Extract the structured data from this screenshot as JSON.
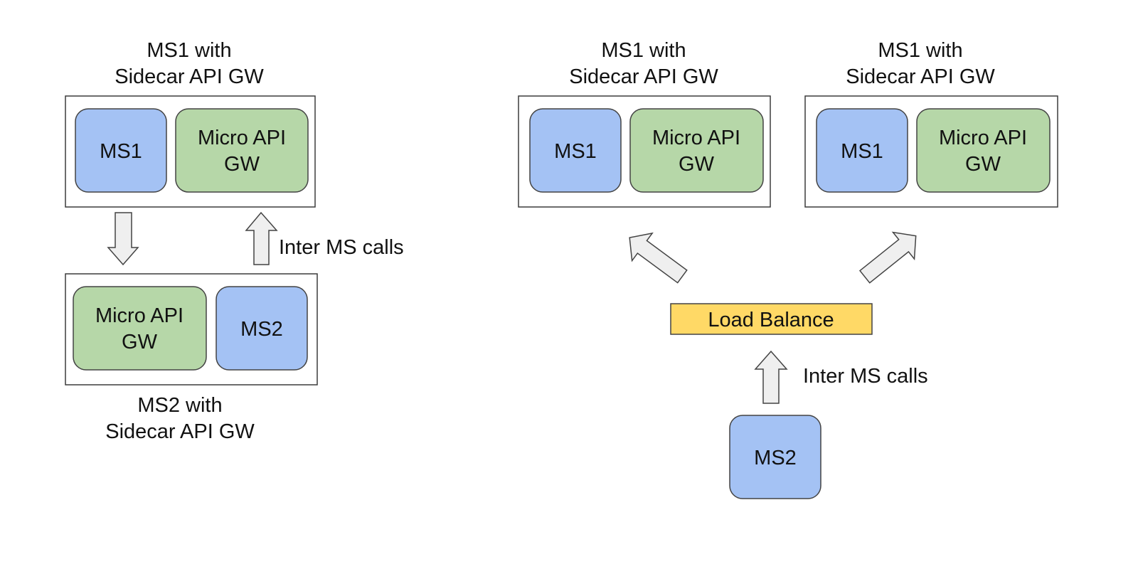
{
  "colors": {
    "ms_fill": "#a4c2f4",
    "gw_fill": "#b6d7a8",
    "lb_fill": "#ffd966",
    "arrow_fill": "#efefef",
    "stroke": "#434343",
    "container_stroke": "#3c3c3c"
  },
  "left": {
    "top_container": {
      "caption_line1": "MS1 with",
      "caption_line2": "Sidecar API GW",
      "ms_label": "MS1",
      "gw_line1": "Micro API",
      "gw_line2": "GW"
    },
    "bottom_container": {
      "caption_line1": "MS2 with",
      "caption_line2": "Sidecar API GW",
      "ms_label": "MS2",
      "gw_line1": "Micro API",
      "gw_line2": "GW"
    },
    "arrow_label": "Inter MS calls"
  },
  "right": {
    "container_a": {
      "caption_line1": "MS1 with",
      "caption_line2": "Sidecar API GW",
      "ms_label": "MS1",
      "gw_line1": "Micro API",
      "gw_line2": "GW"
    },
    "container_b": {
      "caption_line1": "MS1 with",
      "caption_line2": "Sidecar API GW",
      "ms_label": "MS1",
      "gw_line1": "Micro API",
      "gw_line2": "GW"
    },
    "load_balancer_label": "Load Balance",
    "arrow_label": "Inter MS calls",
    "ms2_label": "MS2"
  }
}
